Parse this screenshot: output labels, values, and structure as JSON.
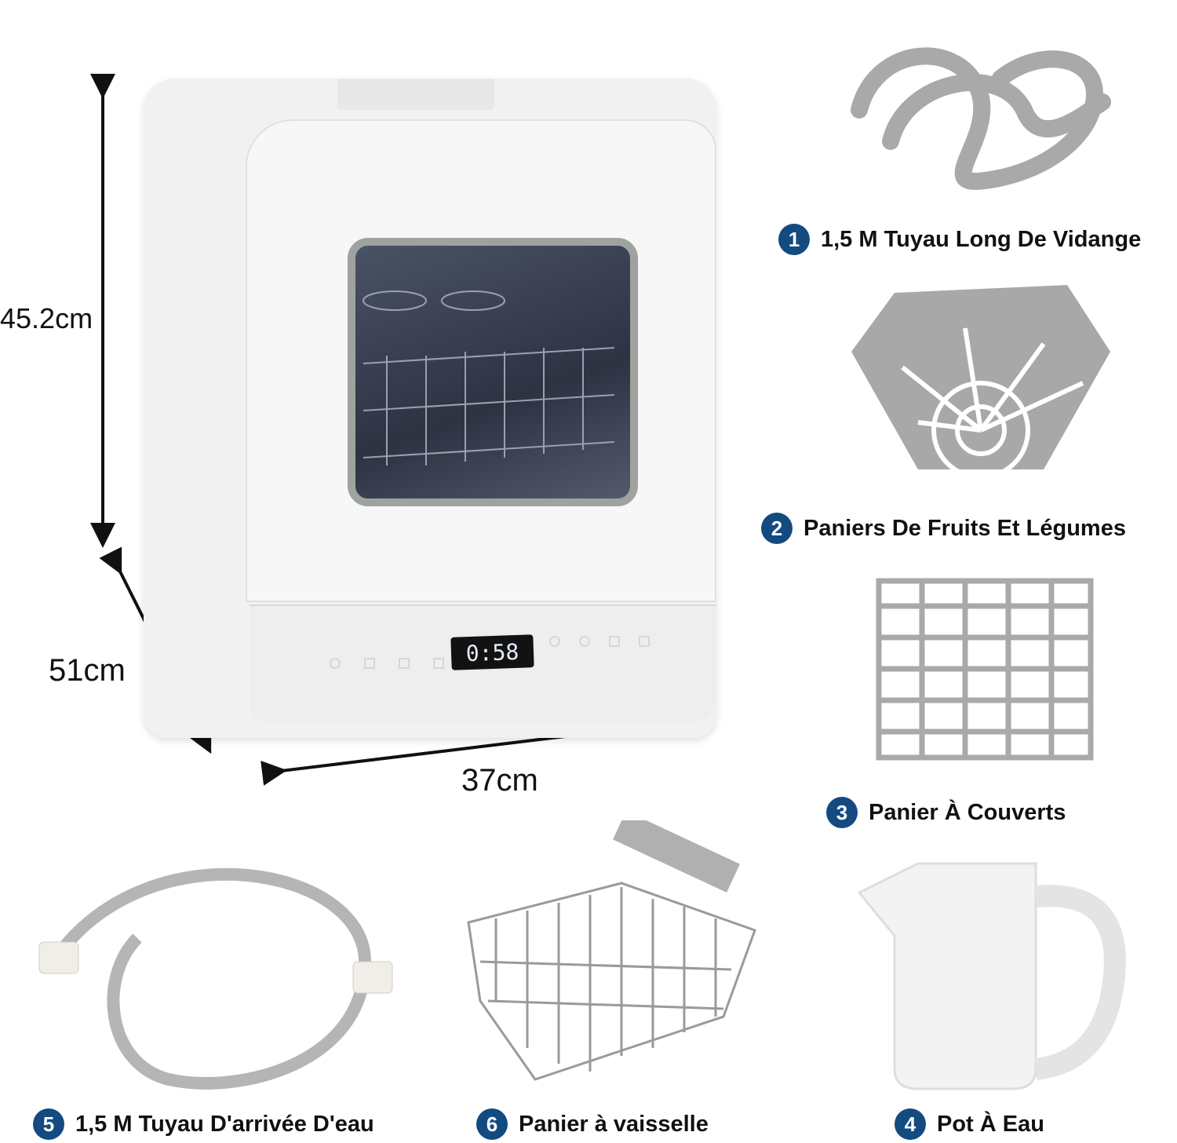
{
  "dimensions": {
    "height": "45.2cm",
    "depth": "51cm",
    "width": "37cm"
  },
  "display_time": "0:58",
  "accessories": [
    {
      "number": "1",
      "label": "1,5 M Tuyau Long De Vidange"
    },
    {
      "number": "2",
      "label": "Paniers De Fruits Et Légumes"
    },
    {
      "number": "3",
      "label": "Panier À Couverts"
    },
    {
      "number": "4",
      "label": "Pot À Eau"
    },
    {
      "number": "5",
      "label": "1,5 M Tuyau D'arrivée D'eau"
    },
    {
      "number": "6",
      "label": "Panier à vaisselle"
    }
  ],
  "colors": {
    "badge": "#134a80",
    "parts": "#a9a9a9"
  }
}
